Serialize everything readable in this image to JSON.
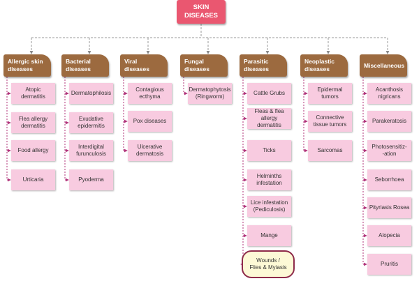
{
  "root": {
    "label_line1": "SKIN",
    "label_line2": "DISEASES"
  },
  "categories": [
    {
      "line1": "Allergic skin",
      "line2": "diseases",
      "items": [
        [
          "Atopic",
          "dermatitis"
        ],
        [
          "Flea allergy",
          "dermatitis"
        ],
        [
          "Food allergy"
        ],
        [
          "Urticaria"
        ]
      ]
    },
    {
      "line1": "Bacterial",
      "line2": "diseases",
      "items": [
        [
          "Dermatophilosis"
        ],
        [
          "Exudative",
          "epidermitis"
        ],
        [
          "Interdigital",
          "furunculosis"
        ],
        [
          "Pyoderma"
        ]
      ]
    },
    {
      "line1": "Viral",
      "line2": "diseases",
      "items": [
        [
          "Contagious",
          "ecthyma"
        ],
        [
          "Pox diseases"
        ],
        [
          "Ulcerative",
          "dermatosis"
        ]
      ]
    },
    {
      "line1": "Fungal",
      "line2": "diseases",
      "items": [
        [
          "Dermatophytosis",
          "(Ringworm)"
        ]
      ]
    },
    {
      "line1": "Parasitic",
      "line2": "diseases",
      "items": [
        [
          "Cattle Grubs"
        ],
        [
          "Fleas & flea",
          "allergy",
          "dermatitis"
        ],
        [
          "Ticks"
        ],
        [
          "Helminths",
          "infestation"
        ],
        [
          "Lice infestation",
          "(Pediculosis)"
        ],
        [
          "Mange"
        ],
        [
          "Wounds /",
          "Flies & Myiasis"
        ]
      ]
    },
    {
      "line1": "Neoplastic",
      "line2": "diseases",
      "items": [
        [
          "Epidermal",
          "tumors"
        ],
        [
          "Connective",
          "tissue tumors"
        ],
        [
          "Sarcomas"
        ]
      ]
    },
    {
      "line1": "Miscellaneous",
      "line2": "",
      "items": [
        [
          "Acanthosis",
          "nigricans"
        ],
        [
          "Parakeratosis"
        ],
        [
          "Photosensitiz-",
          "-ation"
        ],
        [
          "Seborrhoea"
        ],
        [
          "Pityriasis Rosea"
        ],
        [
          "Alopecia"
        ],
        [
          "Pruritis"
        ]
      ]
    }
  ],
  "highlighted_item": "Wounds / Flies & Myiasis",
  "colors": {
    "root": "#ea5770",
    "category": "#9c6a3f",
    "item": "#f8cbe0",
    "highlight_fill": "#fdf9d6",
    "highlight_border": "#8e2b4a",
    "dashed_connector": "#9a9a9a",
    "item_connector": "#b0337a"
  }
}
